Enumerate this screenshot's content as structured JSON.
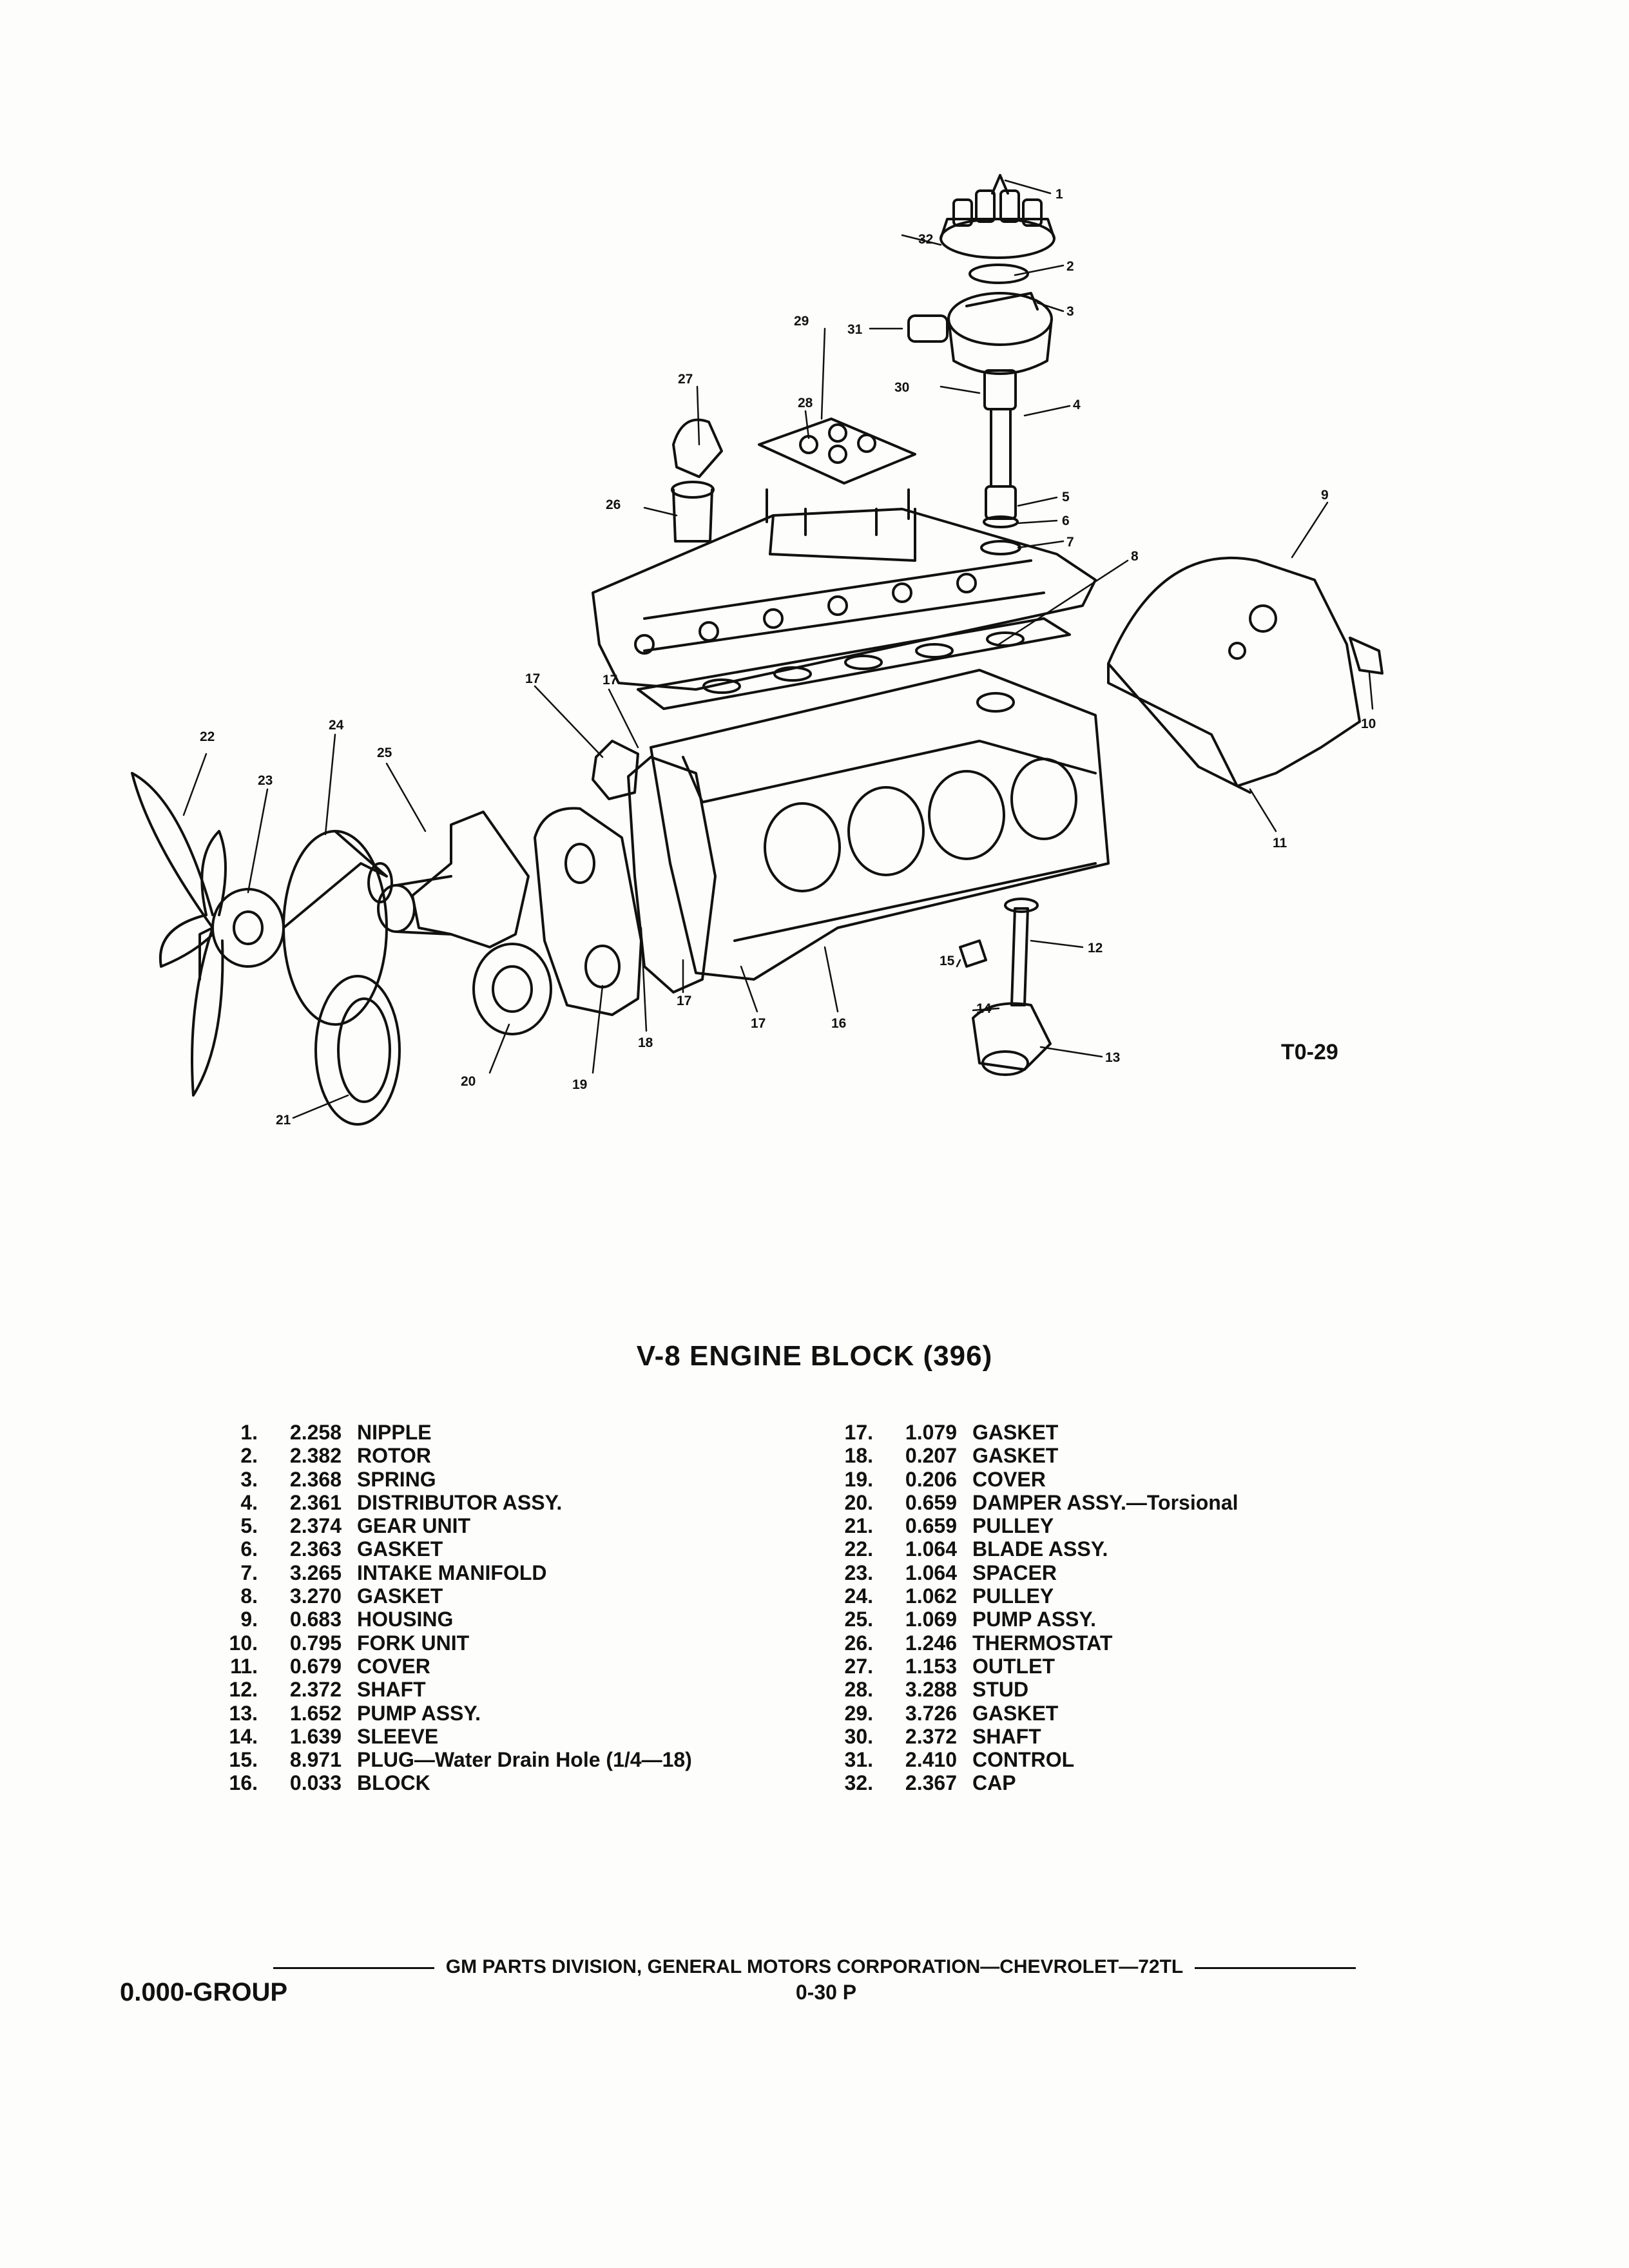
{
  "figure_id": "T0-29",
  "title": "V-8 ENGINE BLOCK (396)",
  "callouts": [
    "1",
    "2",
    "3",
    "4",
    "5",
    "6",
    "7",
    "8",
    "9",
    "10",
    "11",
    "12",
    "13",
    "14",
    "15",
    "16",
    "17",
    "17",
    "17",
    "17",
    "18",
    "19",
    "20",
    "21",
    "22",
    "23",
    "24",
    "25",
    "26",
    "27",
    "28",
    "29",
    "30",
    "31",
    "32"
  ],
  "parts_left": [
    {
      "no": "1.",
      "code": "2.258",
      "name": "NIPPLE"
    },
    {
      "no": "2.",
      "code": "2.382",
      "name": "ROTOR"
    },
    {
      "no": "3.",
      "code": "2.368",
      "name": "SPRING"
    },
    {
      "no": "4.",
      "code": "2.361",
      "name": "DISTRIBUTOR ASSY."
    },
    {
      "no": "5.",
      "code": "2.374",
      "name": "GEAR UNIT"
    },
    {
      "no": "6.",
      "code": "2.363",
      "name": "GASKET"
    },
    {
      "no": "7.",
      "code": "3.265",
      "name": "INTAKE MANIFOLD"
    },
    {
      "no": "8.",
      "code": "3.270",
      "name": "GASKET"
    },
    {
      "no": "9.",
      "code": "0.683",
      "name": "HOUSING"
    },
    {
      "no": "10.",
      "code": "0.795",
      "name": "FORK UNIT"
    },
    {
      "no": "11.",
      "code": "0.679",
      "name": "COVER"
    },
    {
      "no": "12.",
      "code": "2.372",
      "name": "SHAFT"
    },
    {
      "no": "13.",
      "code": "1.652",
      "name": "PUMP ASSY."
    },
    {
      "no": "14.",
      "code": "1.639",
      "name": "SLEEVE"
    },
    {
      "no": "15.",
      "code": "8.971",
      "name": "PLUG—Water Drain Hole (1/4—18)"
    },
    {
      "no": "16.",
      "code": "0.033",
      "name": "BLOCK"
    }
  ],
  "parts_right": [
    {
      "no": "17.",
      "code": "1.079",
      "name": "GASKET"
    },
    {
      "no": "18.",
      "code": "0.207",
      "name": "GASKET"
    },
    {
      "no": "19.",
      "code": "0.206",
      "name": "COVER"
    },
    {
      "no": "20.",
      "code": "0.659",
      "name": "DAMPER ASSY.—Torsional"
    },
    {
      "no": "21.",
      "code": "0.659",
      "name": "PULLEY"
    },
    {
      "no": "22.",
      "code": "1.064",
      "name": "BLADE ASSY."
    },
    {
      "no": "23.",
      "code": "1.064",
      "name": "SPACER"
    },
    {
      "no": "24.",
      "code": "1.062",
      "name": "PULLEY"
    },
    {
      "no": "25.",
      "code": "1.069",
      "name": "PUMP ASSY."
    },
    {
      "no": "26.",
      "code": "1.246",
      "name": "THERMOSTAT"
    },
    {
      "no": "27.",
      "code": "1.153",
      "name": "OUTLET"
    },
    {
      "no": "28.",
      "code": "3.288",
      "name": "STUD"
    },
    {
      "no": "29.",
      "code": "3.726",
      "name": "GASKET"
    },
    {
      "no": "30.",
      "code": "2.372",
      "name": "SHAFT"
    },
    {
      "no": "31.",
      "code": "2.410",
      "name": "CONTROL"
    },
    {
      "no": "32.",
      "code": "2.367",
      "name": "CAP"
    }
  ],
  "footer": {
    "division": "GM PARTS DIVISION, GENERAL MOTORS CORPORATION—CHEVROLET—72TL",
    "group": "0.000-GROUP",
    "page": "0-30 P"
  }
}
